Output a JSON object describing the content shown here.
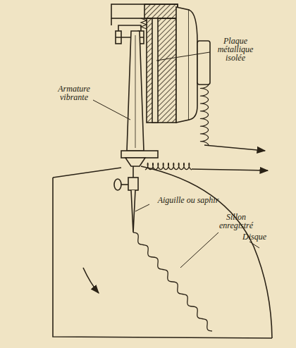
{
  "diagram": {
    "labels": [
      "Plaque métallique isolée",
      "Armature vibrante",
      "Aiguille ou saphir",
      "Sillon enregistré",
      "Disque"
    ]
  }
}
